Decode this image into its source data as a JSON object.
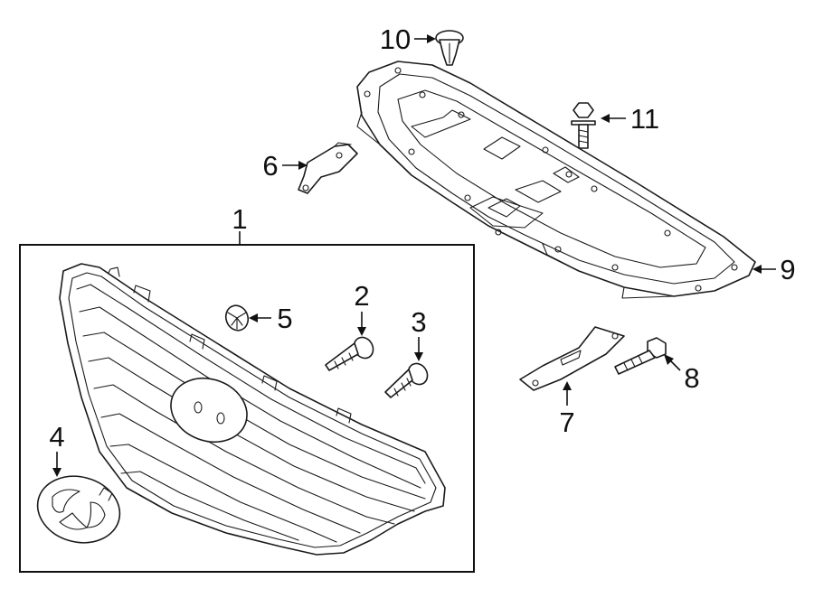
{
  "callouts": [
    {
      "id": "1",
      "label": "1"
    },
    {
      "id": "2",
      "label": "2"
    },
    {
      "id": "3",
      "label": "3"
    },
    {
      "id": "4",
      "label": "4"
    },
    {
      "id": "5",
      "label": "5"
    },
    {
      "id": "6",
      "label": "6"
    },
    {
      "id": "7",
      "label": "7"
    },
    {
      "id": "8",
      "label": "8"
    },
    {
      "id": "9",
      "label": "9"
    },
    {
      "id": "10",
      "label": "10"
    },
    {
      "id": "11",
      "label": "11"
    }
  ],
  "parts": [
    {
      "callout": "1",
      "icon": "grille-assembly-icon"
    },
    {
      "callout": "2",
      "icon": "screw-icon"
    },
    {
      "callout": "3",
      "icon": "screw-icon"
    },
    {
      "callout": "4",
      "icon": "emblem-icon"
    },
    {
      "callout": "5",
      "icon": "clip-nut-icon"
    },
    {
      "callout": "6",
      "icon": "bracket-icon"
    },
    {
      "callout": "7",
      "icon": "bracket-icon"
    },
    {
      "callout": "8",
      "icon": "bolt-icon"
    },
    {
      "callout": "9",
      "icon": "radiator-support-cover-icon"
    },
    {
      "callout": "10",
      "icon": "push-pin-retainer-icon"
    },
    {
      "callout": "11",
      "icon": "bolt-icon"
    }
  ],
  "colors": {
    "ink": "#111111",
    "paper": "#ffffff"
  }
}
